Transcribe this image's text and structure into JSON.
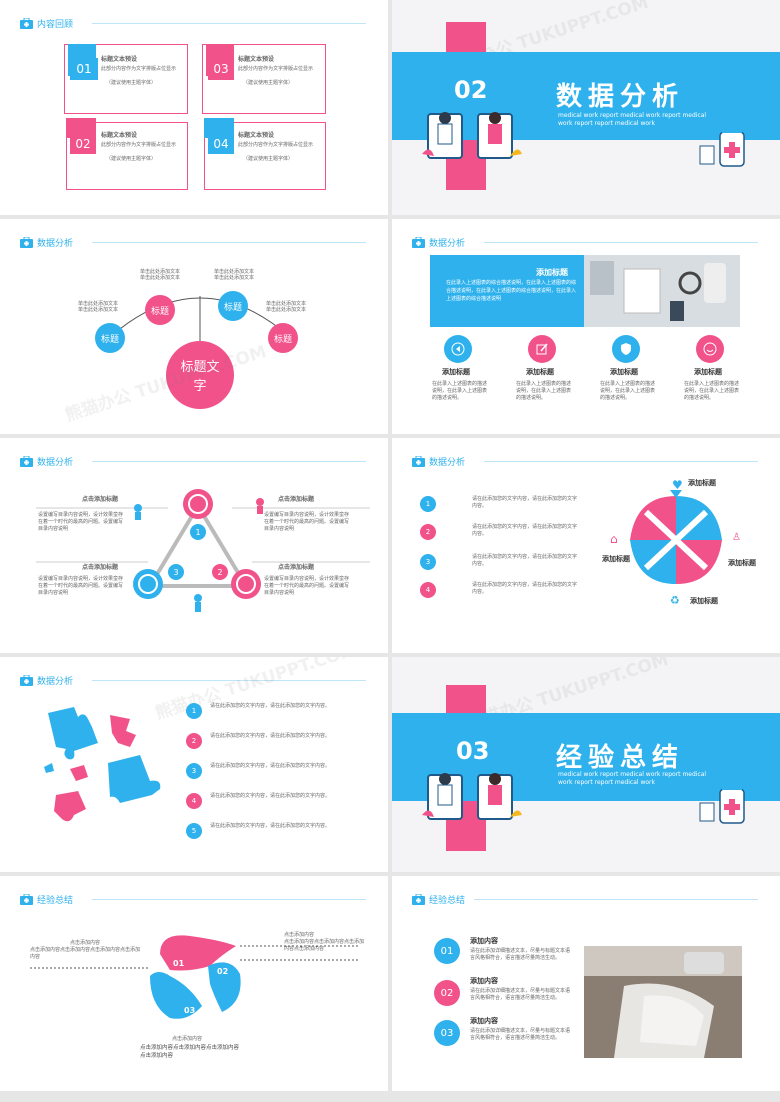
{
  "colors": {
    "blue": "#2eb1ec",
    "pink": "#f2528a"
  },
  "s1": {
    "title": "内容回顾",
    "items": [
      {
        "num": "01",
        "title": "标题文本预设",
        "desc": "此部分内容作为文字排版占位显示",
        "note": "（建议使用主题字体）"
      },
      {
        "num": "03",
        "title": "标题文本预设",
        "desc": "此部分内容作为文字排版占位显示",
        "note": "（建议使用主题字体）"
      },
      {
        "num": "02",
        "title": "标题文本预设",
        "desc": "此部分内容作为文字排版占位显示",
        "note": "（建议使用主题字体）"
      },
      {
        "num": "04",
        "title": "标题文本预设",
        "desc": "此部分内容作为文字排版占位显示",
        "note": "（建议使用主题字体）"
      }
    ]
  },
  "s2": {
    "num": "02",
    "title": "数据分析",
    "sub": "medical work report medical work report medical work report report medical work"
  },
  "s3": {
    "title": "数据分析",
    "center": "标题文字",
    "nodes": [
      "标题",
      "标题",
      "标题",
      "标题"
    ],
    "small": "单击此处添加文本",
    "small2": "单击此处添加文本"
  },
  "s4": {
    "title": "数据分析",
    "head": "添加标题",
    "body": "在此录入上述图表的综合描述说明，在此录入上述图表的综合描述说明，在此录入上述图表的综合描述说明，在此录入上述图表的综合描述说明",
    "cols": [
      {
        "title": "添加标题",
        "text": "在此录入上述图表的描述说明，在此录入上述图表的描述说明。"
      },
      {
        "title": "添加标题",
        "text": "在此录入上述图表的描述说明，在此录入上述图表的描述说明。"
      },
      {
        "title": "添加标题",
        "text": "在此录入上述图表的描述说明，在此录入上述图表的描述说明。"
      },
      {
        "title": "添加标题",
        "text": "在此录入上述图表的描述说明，在此录入上述图表的描述说明。"
      }
    ]
  },
  "s5": {
    "title": "数据分析",
    "labels": [
      "点击添加标题",
      "点击添加标题",
      "点击添加标题",
      "点击添加标题"
    ],
    "text": "设置编写目录内容说明，设计效果蛮存在着一个时代的最高的问题。设置编写目录内容说明",
    "nums": [
      "1",
      "2",
      "3"
    ]
  },
  "s6": {
    "title": "数据分析",
    "rows": [
      {
        "n": "1",
        "t": "请在此添加您的文字内容，请在此添加您的文字内容。"
      },
      {
        "n": "2",
        "t": "请在此添加您的文字内容，请在此添加您的文字内容。"
      },
      {
        "n": "3",
        "t": "请在此添加您的文字内容，请在此添加您的文字内容。"
      },
      {
        "n": "4",
        "t": "请在此添加您的文字内容，请在此添加您的文字内容。"
      }
    ],
    "labels": [
      "添加标题",
      "添加标题",
      "添加标题",
      "添加标题"
    ]
  },
  "s7": {
    "title": "数据分析",
    "rows": [
      {
        "n": "1",
        "t": "请在此添加您的文字内容，请在此添加您的文字内容。"
      },
      {
        "n": "2",
        "t": "请在此添加您的文字内容，请在此添加您的文字内容。"
      },
      {
        "n": "3",
        "t": "请在此添加您的文字内容，请在此添加您的文字内容。"
      },
      {
        "n": "4",
        "t": "请在此添加您的文字内容，请在此添加您的文字内容。"
      },
      {
        "n": "5",
        "t": "请在此添加您的文字内容，请在此添加您的文字内容。"
      }
    ]
  },
  "s8": {
    "num": "03",
    "title": "经验总结",
    "sub": "medical work report medical work report medical work report report medical work"
  },
  "s9": {
    "title": "经验总结",
    "nums": [
      "01",
      "02",
      "03"
    ],
    "top": "点击添加内容",
    "topbody": "点击添加内容点击添加内容点击添加内容点击添加内容",
    "bottom": "点击添加内容",
    "bottombody": "点击添加内容点击添加内容点击添加内容点击添加内容"
  },
  "s10": {
    "title": "经验总结",
    "items": [
      {
        "n": "01",
        "h": "添加内容",
        "t": "请在此添加详细描述文本，尽量与标题文本语言风格相符合，语言描述尽量简洁生动。"
      },
      {
        "n": "02",
        "h": "添加内容",
        "t": "请在此添加详细描述文本，尽量与标题文本语言风格相符合，语言描述尽量简洁生动。"
      },
      {
        "n": "03",
        "h": "添加内容",
        "t": "请在此添加详细描述文本，尽量与标题文本语言风格相符合，语言描述尽量简洁生动。"
      }
    ]
  },
  "watermark": "熊猫办公 TUKUPPT.COM"
}
